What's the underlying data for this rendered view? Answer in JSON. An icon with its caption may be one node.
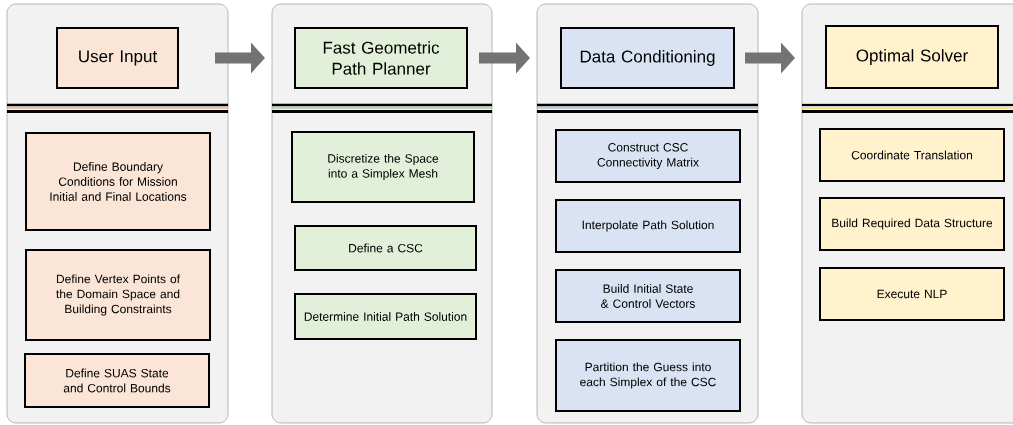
{
  "diagram": {
    "nodes": [
      {
        "text": [
          "User Input"
        ]
      },
      {
        "text": [
          "Define Boundary Conditions for Mission Initial and Final Locations"
        ]
      },
      {
        "text": [
          "Define Vertex Points of the Domain Space and Building Constraints"
        ]
      },
      {
        "text": [
          "Define SUAS State and Control Bounds"
        ]
      },
      {
        "text": [
          "Fast Geometric Path Planner"
        ]
      },
      {
        "text": [
          "Discretize the Space into a Simplex Mesh"
        ]
      },
      {
        "text": [
          "Define a CSC"
        ]
      },
      {
        "text": [
          "Determine Initial Path Solution"
        ]
      },
      {
        "text": [
          "Data Conditioning"
        ]
      },
      {
        "text": [
          "Construct CSC Connectivity Matrix"
        ]
      },
      {
        "text": [
          "Interpolate Path Solution"
        ]
      },
      {
        "text": [
          "Build Initial State & Control Vectors"
        ]
      },
      {
        "text": [
          "Partition the Guess into each Simplex of the CSC"
        ]
      },
      {
        "text": [
          "Optimal Solver"
        ]
      },
      {
        "text": [
          "Coordinate Translation"
        ]
      },
      {
        "text": [
          "Build Required Data Structure"
        ]
      },
      {
        "text": [
          "Execute NLP"
        ]
      }
    ],
    "edges": [
      {
        "from": 0,
        "to": 4,
        "arrow": "to"
      },
      {
        "from": 4,
        "to": 8,
        "arrow": "to"
      },
      {
        "from": 8,
        "to": 13,
        "arrow": "to"
      }
    ]
  }
}
